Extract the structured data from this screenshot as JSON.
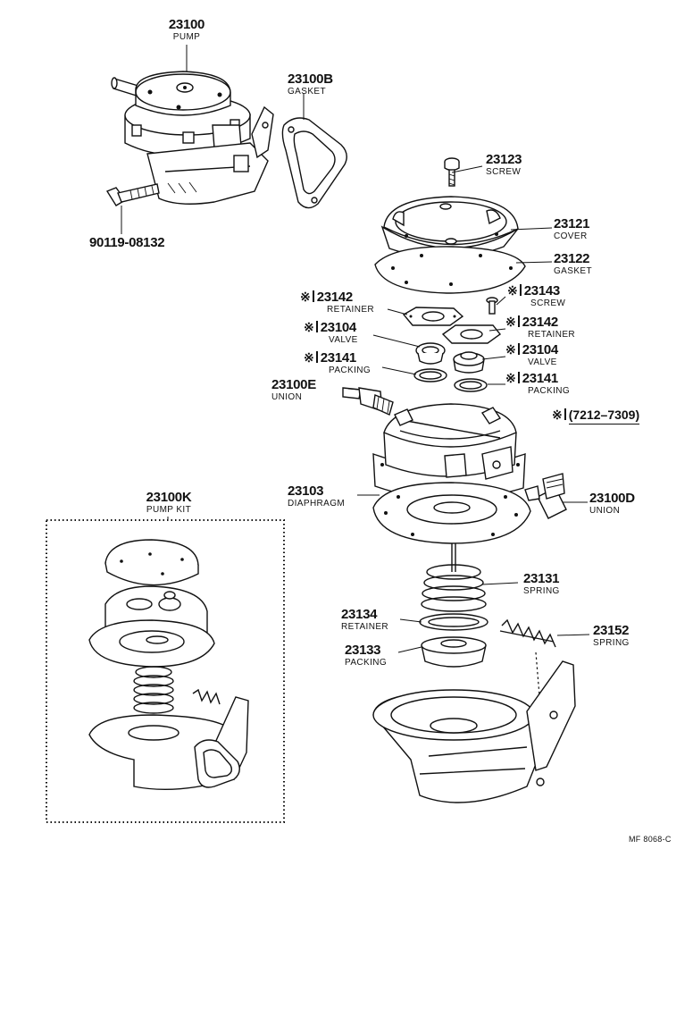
{
  "parts": {
    "pump": {
      "number": "23100",
      "name": "PUMP"
    },
    "gasket_b": {
      "number": "23100B",
      "name": "GASKET"
    },
    "bolt": {
      "number": "90119-08132",
      "name": ""
    },
    "screw_cover": {
      "number": "23123",
      "name": "SCREW"
    },
    "cover": {
      "number": "23121",
      "name": "COVER"
    },
    "gasket_cover": {
      "number": "23122",
      "name": "GASKET"
    },
    "retainer_left": {
      "mark": "※",
      "number": "23142",
      "name": "RETAINER"
    },
    "screw_small": {
      "mark": "※",
      "number": "23143",
      "name": "SCREW"
    },
    "retainer_right": {
      "mark": "※",
      "number": "23142",
      "name": "RETAINER"
    },
    "valve_left": {
      "mark": "※",
      "number": "23104",
      "name": "VALVE"
    },
    "valve_right": {
      "mark": "※",
      "number": "23104",
      "name": "VALVE"
    },
    "packing_left": {
      "mark": "※",
      "number": "23141",
      "name": "PACKING"
    },
    "packing_right": {
      "mark": "※",
      "number": "23141",
      "name": "PACKING"
    },
    "union_e": {
      "number": "23100E",
      "name": "UNION"
    },
    "diaphragm": {
      "number": "23103",
      "name": "DIAPHRAGM"
    },
    "union_d": {
      "number": "23100D",
      "name": "UNION"
    },
    "pump_kit": {
      "number": "23100K",
      "name": "PUMP KIT"
    },
    "spring_main": {
      "number": "23131",
      "name": "SPRING"
    },
    "retainer_lower": {
      "number": "23134",
      "name": "RETAINER"
    },
    "spring_lever": {
      "number": "23152",
      "name": "SPRING"
    },
    "packing_lower": {
      "number": "23133",
      "name": "PACKING"
    }
  },
  "legend": {
    "mark": "※",
    "range": "(7212–7309)"
  },
  "figure_code": "MF 8068-C"
}
